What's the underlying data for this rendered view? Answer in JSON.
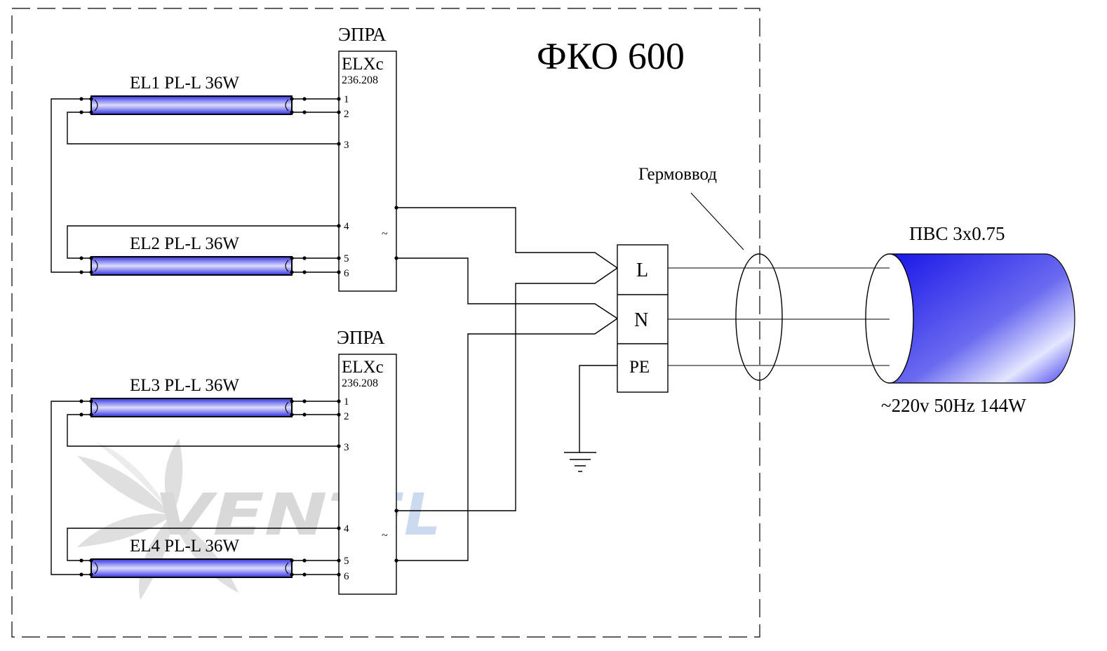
{
  "title": "ФКО 600",
  "ballast_label": "ЭПРА",
  "ballast_model": "ELXc",
  "ballast_code": "236.208",
  "ballast_tilde": "~",
  "lamps": [
    {
      "label": "EL1 PL-L 36W"
    },
    {
      "label": "EL2 PL-L 36W"
    },
    {
      "label": "EL3 PL-L 36W"
    },
    {
      "label": "EL4 PL-L 36W"
    }
  ],
  "pins": [
    "1",
    "2",
    "3",
    "4",
    "5",
    "6"
  ],
  "terminals": [
    "L",
    "N",
    "PE"
  ],
  "gland_label": "Гермоввод",
  "cable_label": "ПВС 3x0.75",
  "supply_label": "~220v 50Hz  144W",
  "watermark": "VENTEL",
  "colors": {
    "lamp_fill": "#5a5aff",
    "lamp_glow": "#dcdcff",
    "cable_dark": "#1a16e8",
    "cable_light": "#e4e6ff",
    "watermark_gray": "#d6d6d6",
    "watermark_blue": "#c4d4ec"
  }
}
